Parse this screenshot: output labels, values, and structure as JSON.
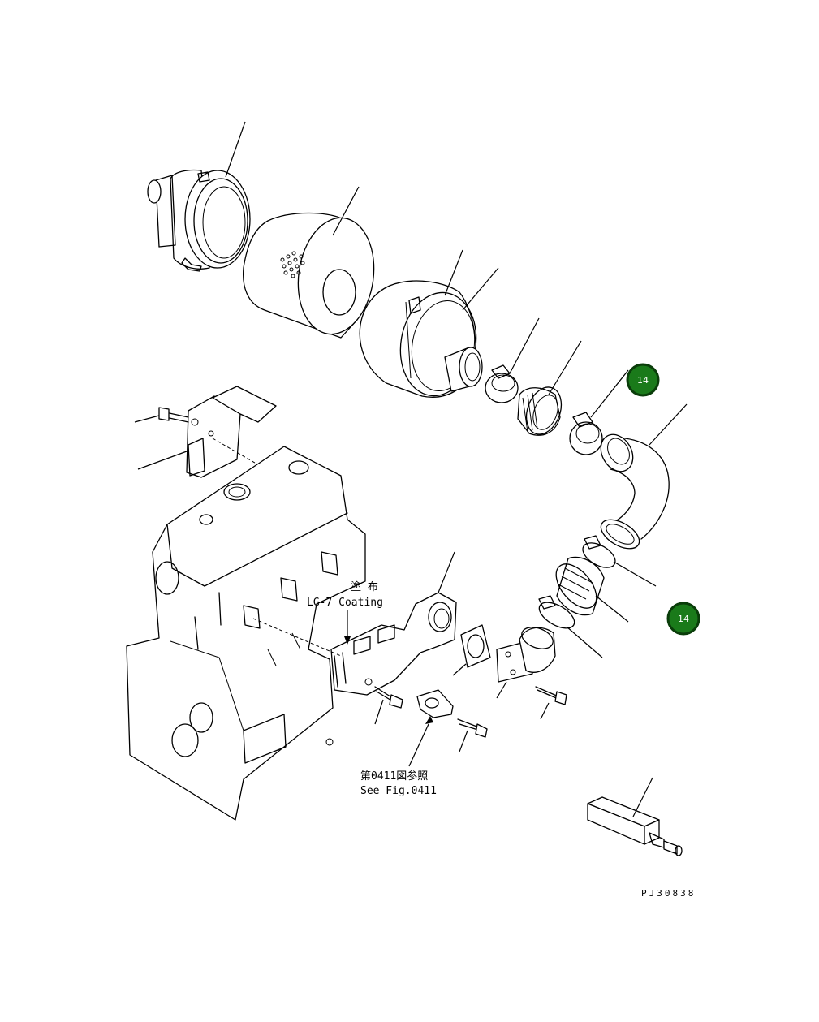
{
  "annotations": {
    "coating_jp": "塗 布",
    "coating_en": "LG-7 Coating",
    "ref_jp": "第0411図参照",
    "ref_en": "See Fig.0411",
    "drawing_no": "PJ30838"
  },
  "callouts": [
    {
      "label": "14"
    },
    {
      "label": "14"
    }
  ],
  "colors": {
    "callout_fill": "#1a7a1a",
    "callout_ring": "#0a3d0a",
    "callout_text": "#ffffff",
    "line": "#000000"
  }
}
